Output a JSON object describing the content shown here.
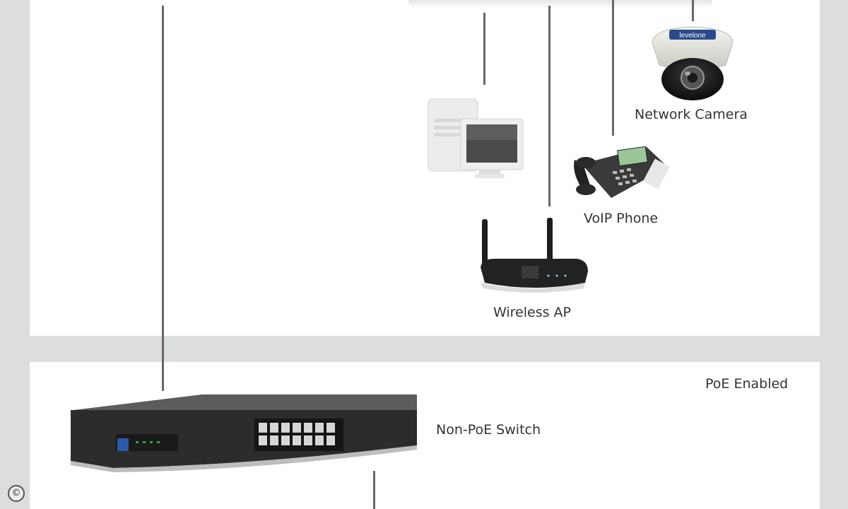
{
  "diagram": {
    "devices": {
      "network_camera": {
        "label": "Network Camera",
        "brand": "levelone"
      },
      "voip_phone": {
        "label": "VoIP Phone"
      },
      "wireless_ap": {
        "label": "Wireless AP"
      },
      "computer": {
        "label": ""
      },
      "non_poe_switch": {
        "label": "Non-PoE Switch"
      }
    },
    "zone_label": "PoE Enabled",
    "copyright_symbol": "©"
  },
  "colors": {
    "background": "#dcdedb",
    "panel": "#ffffff",
    "cable": "#6b6763",
    "label_text": "#333333"
  }
}
